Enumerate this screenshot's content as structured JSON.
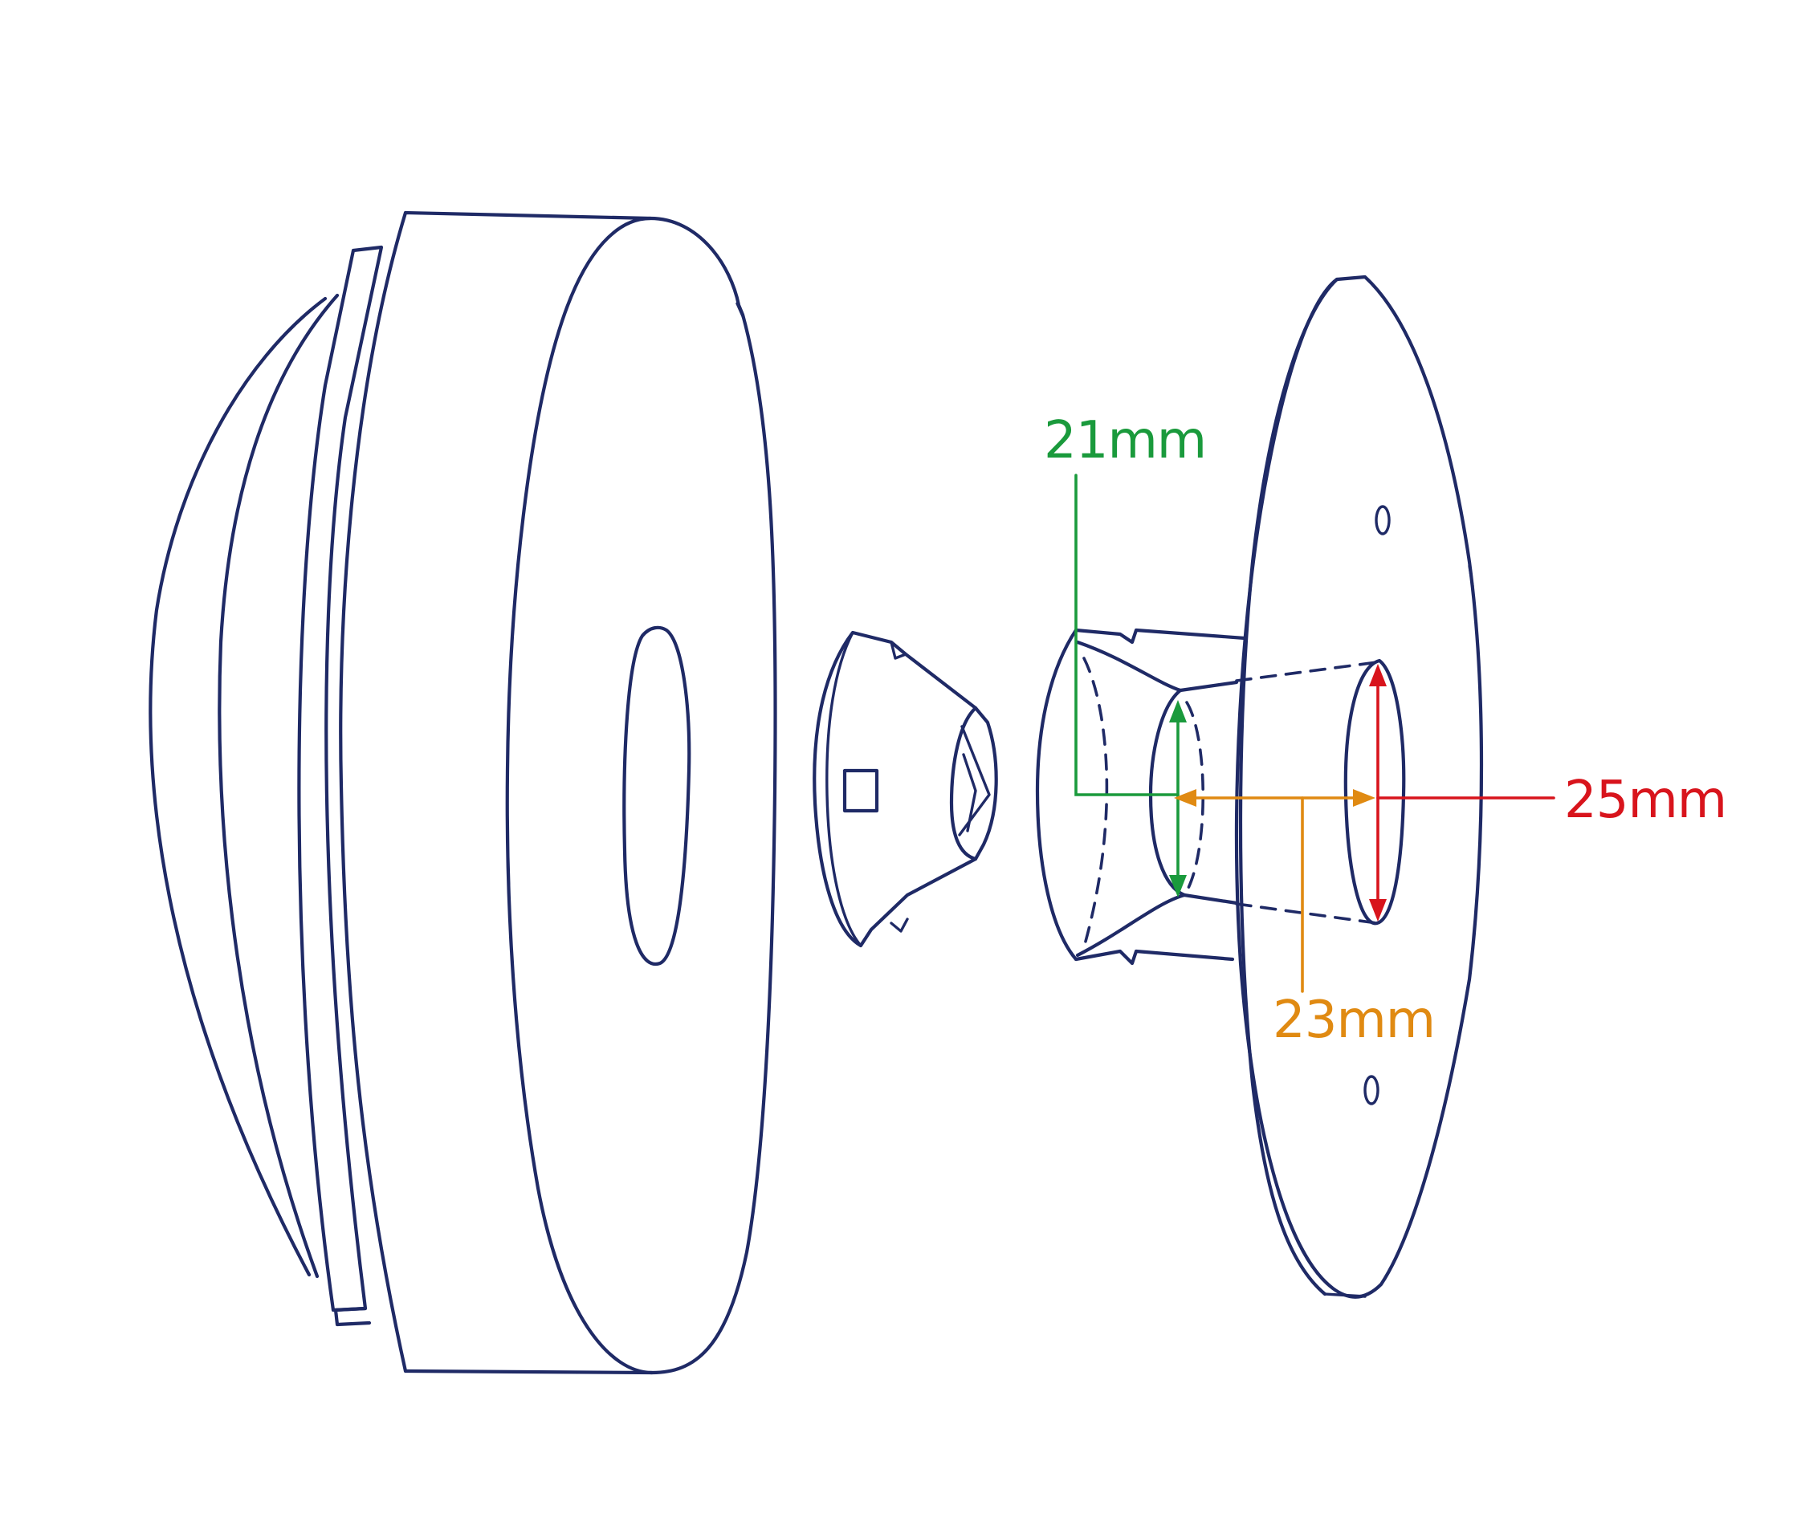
{
  "colors": {
    "outline": "#1f2a66",
    "inner_diameter": "#1a9a3c",
    "bore_span": "#e08a12",
    "outer_diameter": "#d8141c"
  },
  "dimensions": {
    "inner_diameter": {
      "label": "21mm"
    },
    "bore_span": {
      "label": "23mm"
    },
    "outer_diameter": {
      "label": "25mm"
    }
  }
}
